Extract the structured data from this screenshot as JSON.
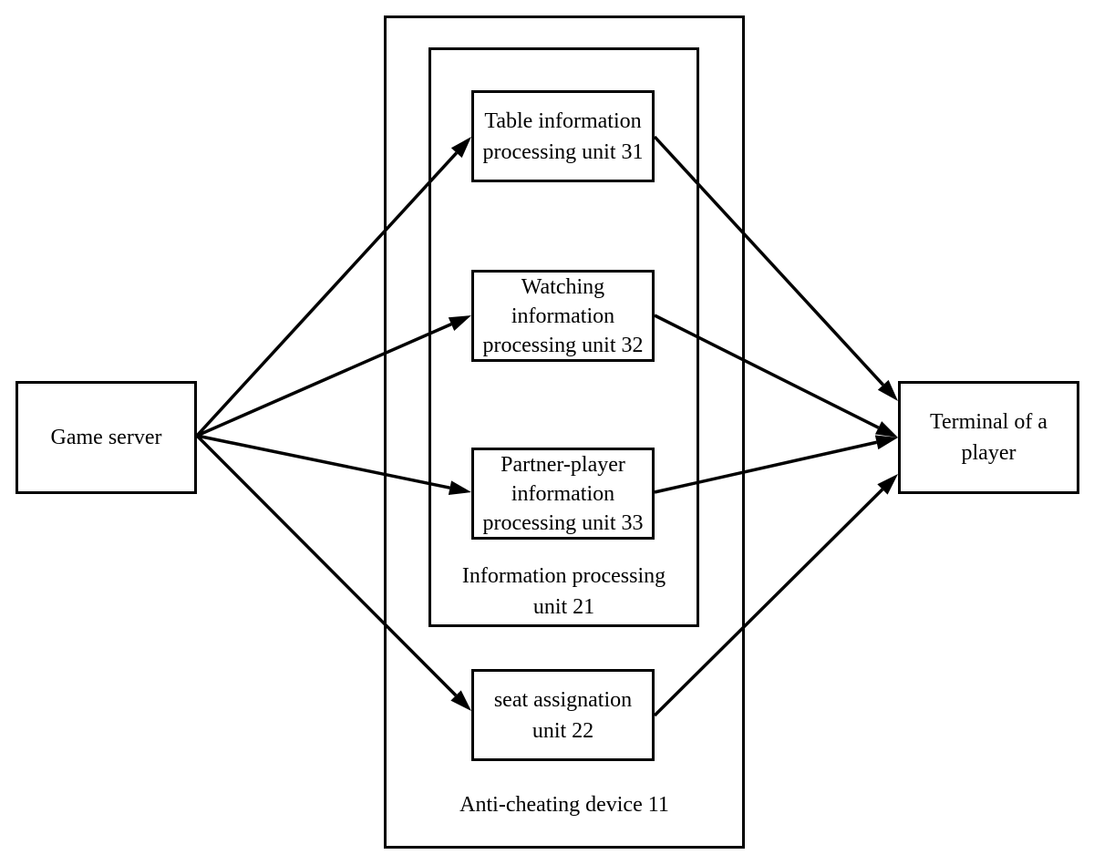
{
  "nodes": {
    "game_server": "Game server",
    "terminal": "Terminal of a\nplayer",
    "table_unit": "Table information\nprocessing unit 31",
    "watching_unit": "Watching\ninformation\nprocessing unit 32",
    "partner_unit": "Partner-player\ninformation\nprocessing unit 33",
    "seat_unit": "seat assignation\nunit 22"
  },
  "containers": {
    "info_processing_unit": "Information processing\nunit 21",
    "anti_cheating_device": "Anti-cheating device 11"
  },
  "edges": [
    {
      "from": "Game server",
      "to": "Table information processing unit 31"
    },
    {
      "from": "Game server",
      "to": "Watching information processing unit 32"
    },
    {
      "from": "Game server",
      "to": "Partner-player information processing unit 33"
    },
    {
      "from": "Game server",
      "to": "seat assignation unit 22"
    },
    {
      "from": "Table information processing unit 31",
      "to": "Terminal of a player"
    },
    {
      "from": "Watching information processing unit 32",
      "to": "Terminal of a player"
    },
    {
      "from": "Partner-player information processing unit 33",
      "to": "Terminal of a player"
    },
    {
      "from": "seat assignation unit 22",
      "to": "Terminal of a player"
    }
  ],
  "colors": {
    "line": "#000000",
    "background": "#ffffff"
  }
}
